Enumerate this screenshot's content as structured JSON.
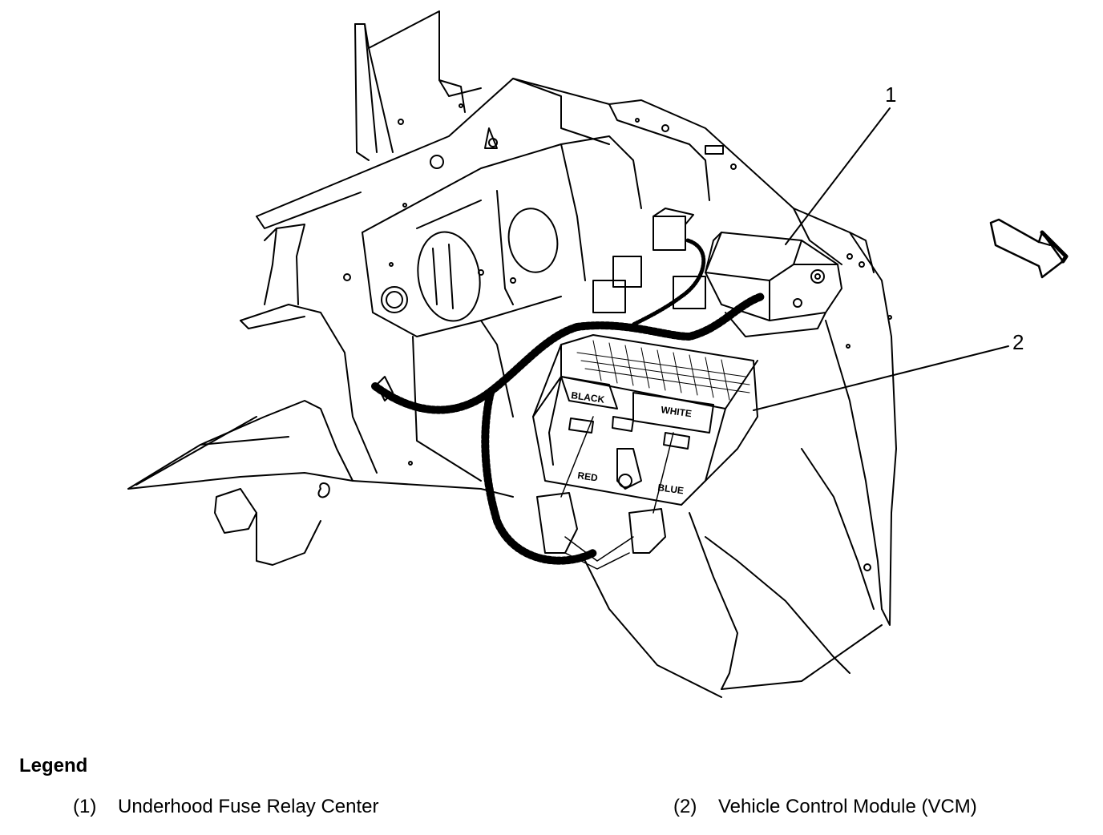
{
  "diagram": {
    "callouts": [
      {
        "number": "1",
        "refers_to": "Underhood Fuse Relay Center"
      },
      {
        "number": "2",
        "refers_to": "Vehicle Control Module (VCM)"
      }
    ],
    "module_labels": {
      "black": "BLACK",
      "white": "WHITE",
      "red": "RED",
      "blue": "BLUE"
    }
  },
  "legend": {
    "title": "Legend",
    "items": [
      {
        "number": "(1)",
        "label": "Underhood Fuse Relay Center"
      },
      {
        "number": "(2)",
        "label": "Vehicle Control Module (VCM)"
      }
    ]
  }
}
